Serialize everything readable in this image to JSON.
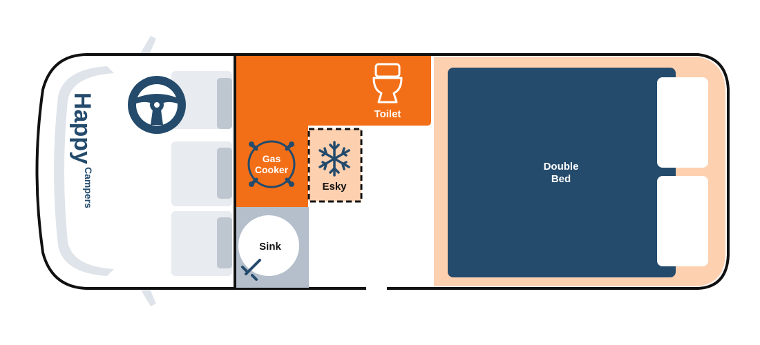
{
  "brand": {
    "name": "Happy",
    "tagline": "Campers"
  },
  "labels": {
    "toilet": "Toilet",
    "gas_cooker": [
      "Gas",
      "Cooker"
    ],
    "esky": "Esky",
    "sink": "Sink",
    "double_bed": [
      "Double",
      "Bed"
    ]
  },
  "icons": {
    "steering": "steering-wheel-icon",
    "toilet": "toilet-icon",
    "esky": "snowflake-icon",
    "gas": "gas-burner-icon",
    "tap": "tap-icon",
    "mirror": "mirror-icon"
  },
  "colors": {
    "outline": "#111111",
    "navy": "#244b6c",
    "orange": "#f36f17",
    "peach": "#fdd0b0",
    "grey": "#e8ebef",
    "seat_back": "#bec6d0",
    "sink_cabinet": "#b4bfcb",
    "cab_interior": "#dfe4ea"
  }
}
